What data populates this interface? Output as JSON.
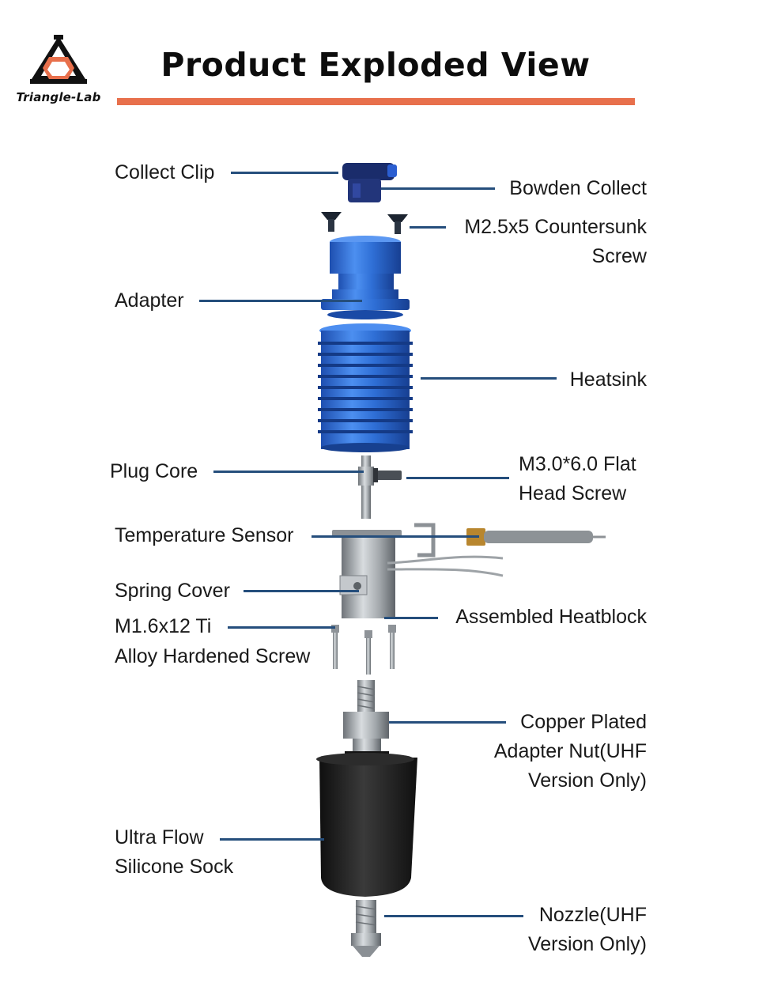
{
  "header": {
    "title": "Product Exploded View",
    "brand": "Triangle-Lab"
  },
  "colors": {
    "accent_bar": "#e8704c",
    "leader_line": "#254e7c",
    "heatsink_blue": "#2f6fd6",
    "sock_black": "#1b1b1b",
    "metal": "#9aa0a6"
  },
  "labels": {
    "collect_clip": "Collect Clip",
    "bowden_collect": "Bowden Collect",
    "countersunk_1": "M2.5x5 Countersunk",
    "countersunk_2": "Screw",
    "adapter": "Adapter",
    "heatsink": "Heatsink",
    "plug_core": "Plug Core",
    "flat_head_1": "M3.0*6.0 Flat",
    "flat_head_2": "Head Screw",
    "temp_sensor": "Temperature Sensor",
    "spring_cover": "Spring Cover",
    "assembled_heatblock": "Assembled Heatblock",
    "ti_screw_1": "M1.6x12 Ti",
    "ti_screw_2": "Alloy Hardened Screw",
    "copper_nut_1": "Copper Plated",
    "copper_nut_2": "Adapter Nut(UHF",
    "copper_nut_3": "Version Only)",
    "sock_1": "Ultra Flow",
    "sock_2": "Silicone Sock",
    "nozzle_1": "Nozzle(UHF",
    "nozzle_2": "Version Only)"
  }
}
